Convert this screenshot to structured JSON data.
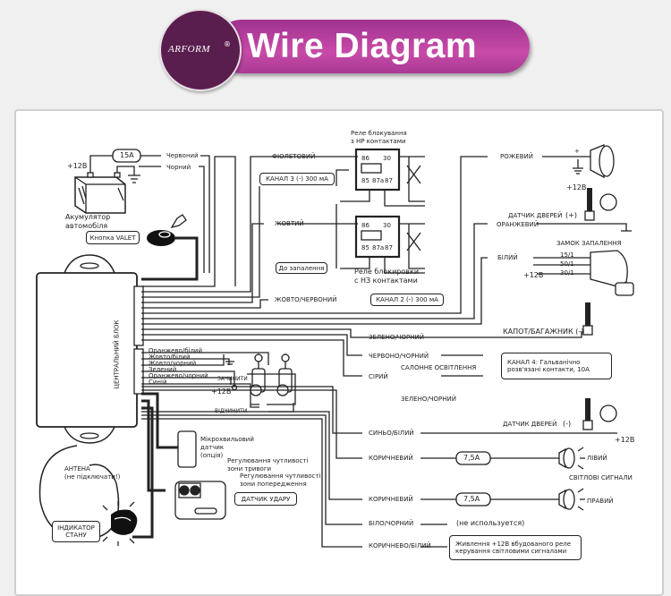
{
  "banner": {
    "title": "Wire Diagram",
    "logo": "ARFORM",
    "logo_mark": "®",
    "colors": {
      "pill": "#b43c9c",
      "logo_circle": "#5a1e4e"
    }
  },
  "battery": {
    "label_line1": "Акумулятор",
    "label_line2": "автомобіля",
    "voltage": "+12В",
    "fuse": "15А",
    "wire_red": "Червоний",
    "wire_black": "Чорний"
  },
  "valet": {
    "label": "Кнопка VALET"
  },
  "central_unit": {
    "label": "ЦЕНТРАЛЬНИЙ БЛОК"
  },
  "relay_no": {
    "title_line1": "Реле блокування",
    "title_line2": "з НР контактами",
    "pins": [
      "86",
      "30",
      "85",
      "87a",
      "87"
    ]
  },
  "relay_nc": {
    "title_line1": "Реле блокировки",
    "title_line2": "с НЗ контактами",
    "pins": [
      "86",
      "30",
      "85",
      "87a",
      "87"
    ]
  },
  "wires": {
    "violet": "ФІОЛЕТОВИЙ",
    "channel3": "КАНАЛ 3 (-) 300 мА",
    "yellow": "ЖОВТИЙ",
    "to_ignition": "До запалення",
    "yellow_red": "ЖОВТО/ЧЕРВОНИЙ",
    "channel2": "КАНАЛ 2 (-) 300 мА",
    "pink": "РОЖЕВИЙ",
    "orange": "ОРАНЖЕВИЙ",
    "white": "БІЛИЙ",
    "green_black": "ЗЕЛЕНО/ЧОРНИЙ",
    "red_black": "ЧЕРВОНО/ЧОРНИЙ",
    "grey": "СІРИЙ",
    "interior_light": "САЛОННЕ ОСВІТЛЕННЯ",
    "channel4_line1": "КАНАЛ 4: Гальванічно",
    "channel4_line2": "розв'язані контакти, 10А",
    "green_black_2": "ЗЕЛЕНО/ЧОРНИЙ",
    "blue_white": "СИНЬО/БІЛИЙ",
    "brown_left": "КОРИЧНЕВИЙ",
    "brown_right": "КОРИЧНЕВИЙ",
    "white_black": "БІЛО/ЧОРНИЙ",
    "not_used": "(не используется)",
    "brown_white": "КОРИЧНЕВО/БІЛИЙ",
    "relay_power_line1": "Живлення +12В вбудованого реле",
    "relay_power_line2": "керування світловими сигналами"
  },
  "siren": {
    "polarity": "+"
  },
  "door_sensor_pos": {
    "voltage": "+12В",
    "label": "ДАТЧИК ДВЕРЕЙ",
    "polarity": "(+)"
  },
  "ignition": {
    "label": "ЗАМОК ЗАПАЛЕННЯ",
    "terminals": [
      "15/1",
      "50/1",
      "30/1"
    ],
    "voltage": "+12В"
  },
  "hood": {
    "label": "КАПОТ/БАГАЖНИК (-)"
  },
  "door_sensor_neg": {
    "label": "ДАТЧИК ДВЕРЕЙ",
    "polarity": "(-)",
    "voltage": "+12В"
  },
  "lights": {
    "fuse": "7,5А",
    "left": "ЛІВИЙ",
    "right": "ПРАВИЙ",
    "title": "СВІТЛОВІ СИГНАЛИ"
  },
  "door_lock": {
    "wires": [
      "Оранжево/білий",
      "Жовто/білий",
      "Жовто/чорний",
      "Зелений",
      "Оранжево/чорний",
      "Синій"
    ],
    "lock": "ЗАЧИНИТИ",
    "unlock": "ВІДЧИНИТИ",
    "voltage": "+12В"
  },
  "microwave": {
    "line1": "Мікрохвильовий",
    "line2": "датчик",
    "line3": "(опція)"
  },
  "shock": {
    "alarm_adj_line1": "Регулювання чутливості",
    "alarm_adj_line2": "зони тривоги",
    "warn_adj_line1": "Регулювання чутливості",
    "warn_adj_line2": "зони попередження",
    "label": "ДАТЧИК УДАРУ"
  },
  "antenna": {
    "line1": "АНТЕНА",
    "line2": "(не підключати!)"
  },
  "indicator": {
    "line1": "ІНДИКАТОР",
    "line2": "СТАНУ"
  }
}
